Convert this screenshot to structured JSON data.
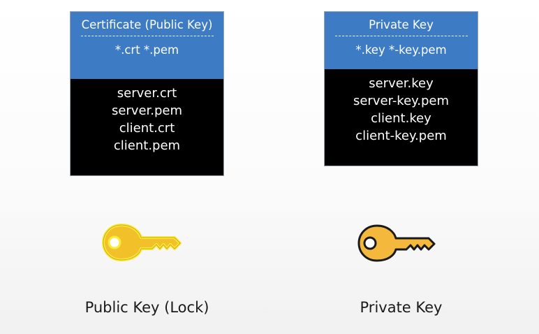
{
  "public_card": {
    "title": "Certificate (Public Key)",
    "extensions": "*.crt  *.pem",
    "files": [
      "server.crt",
      "server.pem",
      "client.crt",
      "client.pem"
    ]
  },
  "private_card": {
    "title": "Private Key",
    "extensions": "*.key  *-key.pem",
    "files": [
      "server.key",
      "server-key.pem",
      "client.key",
      "client-key.pem"
    ]
  },
  "captions": {
    "public_key": "Public Key (Lock)",
    "private_key": "Private Key"
  },
  "icons": {
    "public_key": "key-icon",
    "private_key": "key-icon"
  },
  "colors": {
    "card_header": "#3d7cc4",
    "card_body": "#000000",
    "public_key_fill": "#f2c029",
    "public_key_outline": "#f6ec3a",
    "private_key_fill": "#f4b83c",
    "private_key_outline": "#1a1a1a"
  }
}
